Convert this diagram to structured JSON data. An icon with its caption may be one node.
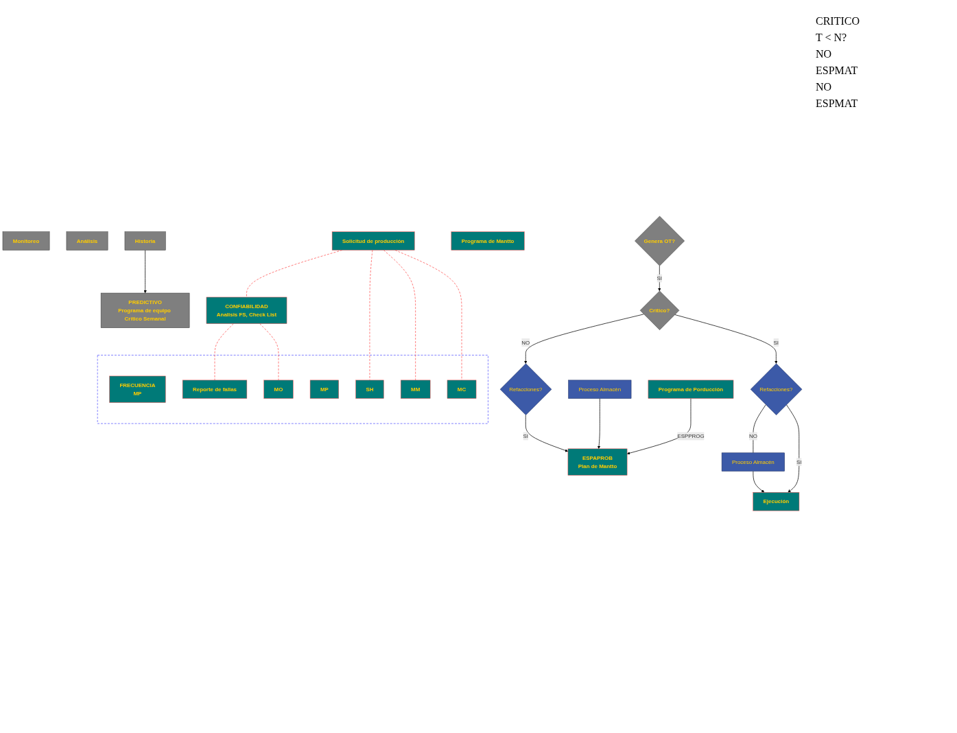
{
  "diagram": {
    "nodes": [
      {
        "text": [
          "PREDICTIVO",
          "Programa de equipo Crítico Semanal"
        ]
      },
      {
        "text": [
          "Monitoreo"
        ]
      },
      {
        "text": [
          "Análisis"
        ]
      },
      {
        "text": [
          "CONFIABILIDAD",
          "Analisis FS, Check List"
        ]
      },
      {
        "text": [
          "Solicitud de producción"
        ]
      },
      {
        "text": [],
        "shape": "box"
      },
      {
        "text": [
          "FRECUENCIA",
          "MP"
        ],
        "in": 5
      },
      {
        "text": [
          "Reporte de fallas"
        ],
        "in": 5
      },
      {
        "text": [
          "MO"
        ],
        "in": 5
      },
      {
        "text": [
          "MP"
        ],
        "in": 5
      },
      {
        "text": [
          "SH"
        ],
        "in": 5
      },
      {
        "text": [
          "MM"
        ],
        "in": 5
      },
      {
        "text": [
          "MC"
        ],
        "in": 5
      },
      {
        "text": [
          "Genera OT?"
        ]
      },
      {
        "text": [
          "Crìtico?"
        ]
      },
      {
        "text": [
          "Refacciones?"
        ]
      },
      {
        "text": [
          "Proceso Almacèn"
        ]
      },
      {
        "text": [
          "ESPAPROB",
          "Plan de Mantto"
        ]
      },
      {
        "text": [
          "Programa de Porducción"
        ]
      },
      {
        "text": [
          "Programa de Mantto"
        ]
      },
      {
        "text": [
          "Refacciones?"
        ]
      },
      {
        "text": [
          "Proceso Almacèn"
        ]
      },
      {
        "text": [
          "Historia"
        ]
      },
      {
        "text": [
          "Ejecución"
        ]
      }
    ],
    "edges": [
      {
        "from": 13,
        "to": 14,
        "arrow": "to",
        "label": "SI"
      },
      {
        "from": 14,
        "to": 15,
        "arrow": "to",
        "label": "NO"
      },
      {
        "from": 15,
        "to": 17,
        "arrow": "to",
        "label": "SI"
      },
      {
        "from": 16,
        "to": 17,
        "arrow": "to"
      },
      {
        "from": 18,
        "to": 17,
        "arrow": "to",
        "label": "ESPPROG"
      },
      {
        "from": 14,
        "to": 20,
        "arrow": "to",
        "label": "SI"
      },
      {
        "from": 20,
        "to": 21,
        "arrow": "none",
        "label": "NO"
      },
      {
        "from": 21,
        "to": 23,
        "arrow": "to"
      },
      {
        "from": 20,
        "to": 23,
        "arrow": "to",
        "label": "SI"
      },
      {
        "from": 22,
        "to": 0,
        "arrow": "to"
      },
      {
        "from": 3,
        "to": 8,
        "arrow": "none",
        "style": "dashed",
        "color": "#ff5050"
      },
      {
        "from": 3,
        "to": 7,
        "arrow": "none",
        "style": "dashed",
        "color": "#ff5050"
      },
      {
        "from": 4,
        "to": 3,
        "arrow": "none",
        "style": "dashed",
        "color": "#ff5050"
      },
      {
        "from": 4,
        "to": 10,
        "arrow": "none",
        "style": "dashed",
        "color": "#ff5050"
      },
      {
        "from": 4,
        "to": 11,
        "arrow": "none",
        "style": "dashed",
        "color": "#ff5050"
      },
      {
        "from": 4,
        "to": 12,
        "arrow": "none",
        "style": "dashed",
        "color": "#ff5050"
      }
    ],
    "labels": [
      "CRITICO",
      "T < N?",
      "NO",
      "ESPMAT",
      "NO",
      "ESPMAT"
    ]
  }
}
